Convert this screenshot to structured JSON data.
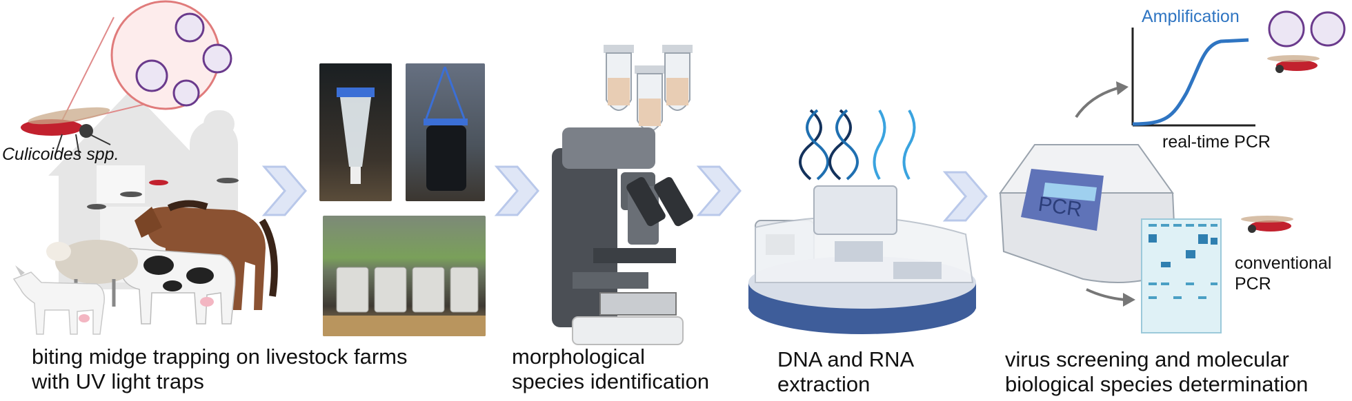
{
  "labels": {
    "species_italic": "Culicoides spp.",
    "amplification": "Amplification",
    "realtime_pcr": "real-time PCR",
    "conventional_line1": "conventional",
    "conventional_line2": "PCR",
    "pcr_device": "PCR"
  },
  "captions": {
    "step1_line1": "biting midge trapping on livestock farms",
    "step1_line2": "with UV light traps",
    "step2_line1": "morphological",
    "step2_line2": "species identification",
    "step3_line1": "DNA and RNA",
    "step3_line2": "extraction",
    "step4_line1": "virus screening and molecular",
    "step4_line2": "biological species determination"
  },
  "colors": {
    "arrow": "#b9c8ea",
    "amplification_curve": "#2f75c2",
    "midge_red": "#c2212e",
    "virus_purple": "#6a3a8c",
    "dna_blue": "#1f6fb0",
    "device_blue": "#5f73b8"
  }
}
